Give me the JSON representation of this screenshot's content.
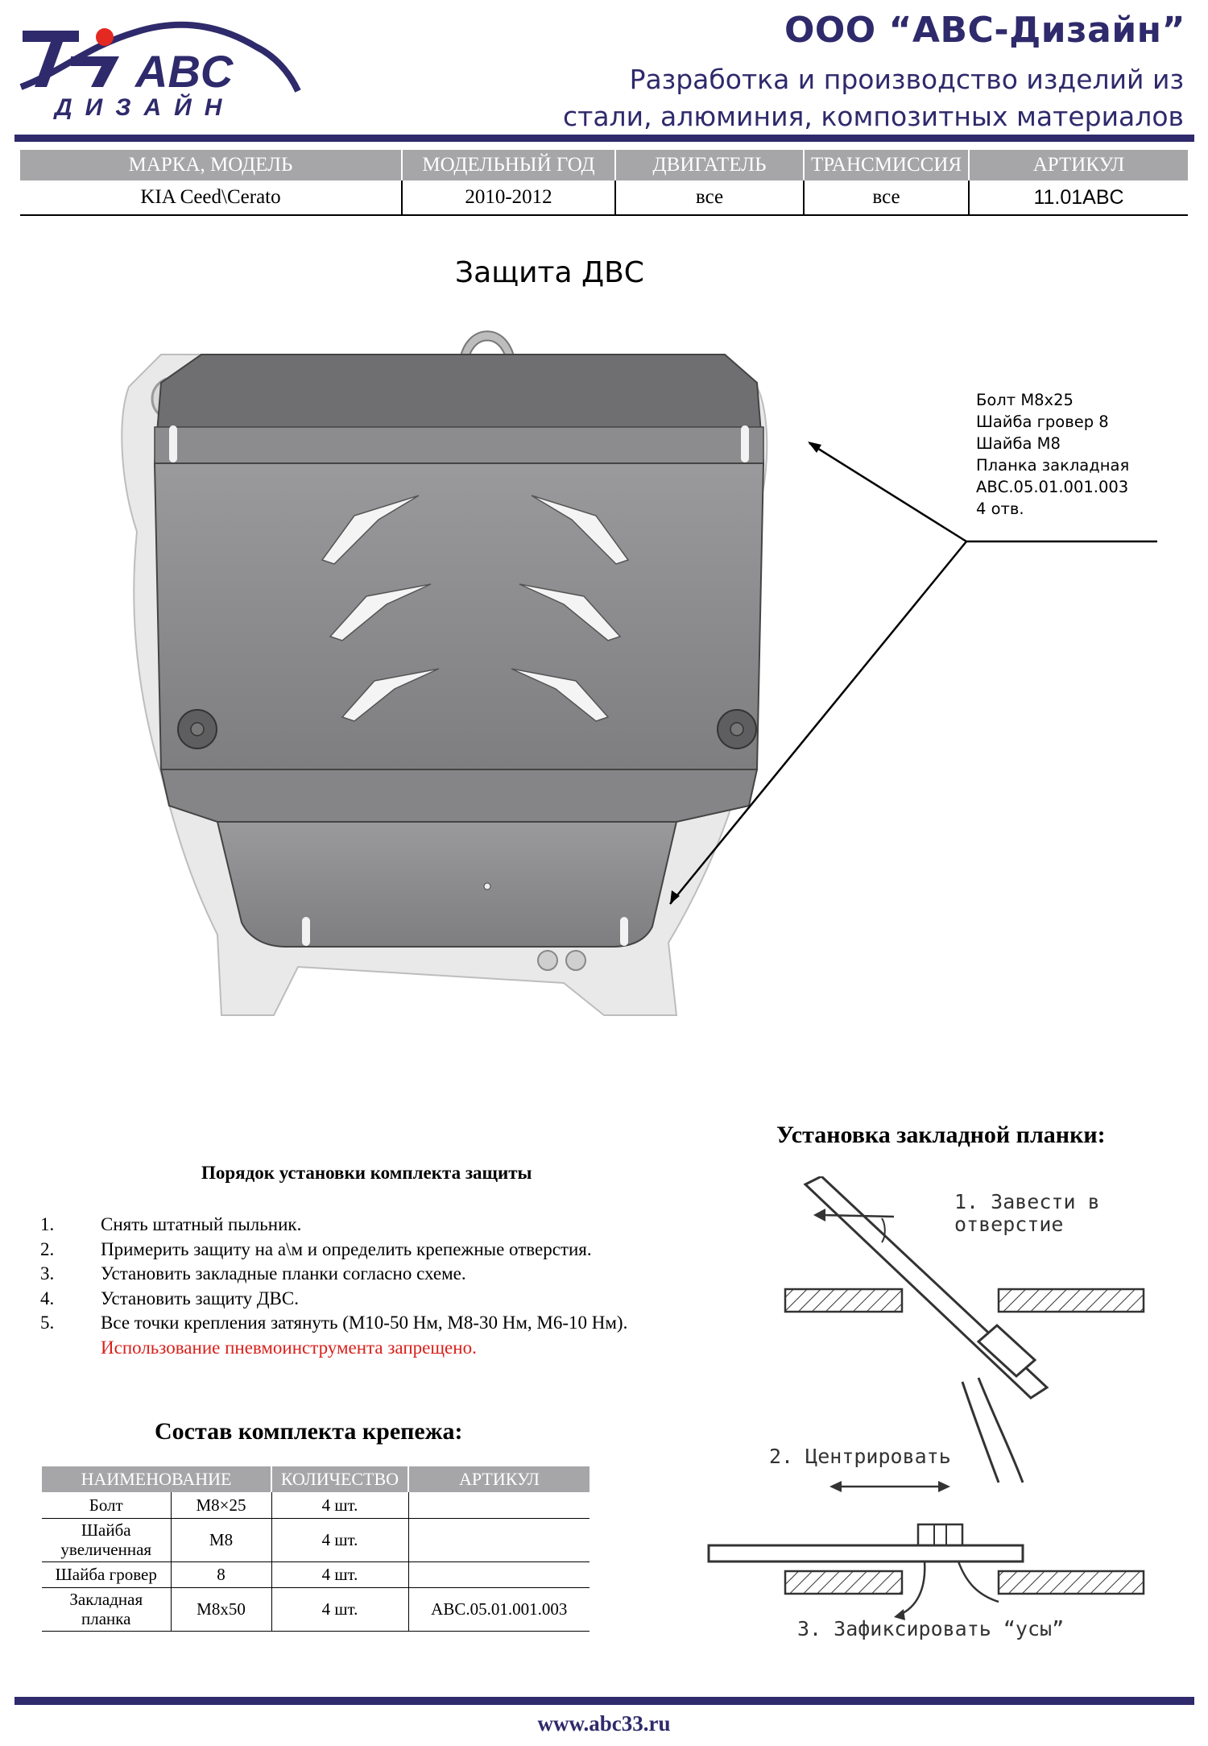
{
  "header": {
    "logo_text": "ABC",
    "logo_subtext": "ДИЗАЙН",
    "company": "ООО “АВС-Дизайн”",
    "tagline_line1": "Разработка и производство изделий из",
    "tagline_line2": "стали, алюминия, композитных материалов"
  },
  "spec_table": {
    "headers": [
      "МАРКА, МОДЕЛЬ",
      "МОДЕЛЬНЫЙ ГОД",
      "ДВИГАТЕЛЬ",
      "ТРАНСМИССИЯ",
      "АРТИКУЛ"
    ],
    "row": [
      "KIA Ceed\\Cerato",
      "2010-2012",
      "все",
      "все",
      "11.01ABC"
    ]
  },
  "title": "Защита ДВС",
  "callout": [
    "Болт М8х25",
    "Шайба гровер 8",
    "Шайба М8",
    "Планка закладная",
    "АВС.05.01.001.003",
    "4 отв."
  ],
  "instructions": {
    "title": "Порядок установки комплекта защиты",
    "steps": [
      {
        "num": "1.",
        "text": "Снять штатный пыльник."
      },
      {
        "num": "2.",
        "text": "Примерить защиту на а\\м и определить крепежные отверстия."
      },
      {
        "num": "3.",
        "text": "Установить закладные планки согласно схеме."
      },
      {
        "num": "4.",
        "text": "Установить защиту ДВС."
      },
      {
        "num": "5.",
        "text": "Все точки крепления затянуть (М10-50 Нм, М8-30 Нм,  М6-10 Нм)."
      }
    ],
    "warning": "Использование пневмоинструмента запрещено."
  },
  "kit": {
    "title": "Состав комплекта крепежа:",
    "headers": [
      "НАИМЕНОВАНИЕ",
      "КОЛИЧЕСТВО",
      "АРТИКУЛ"
    ],
    "rows": [
      {
        "name": "Болт",
        "size": "М8×25",
        "qty": "4 шт.",
        "code": ""
      },
      {
        "name": "Шайба увеличенная",
        "size": "М8",
        "qty": "4 шт.",
        "code": ""
      },
      {
        "name": "Шайба гровер",
        "size": "8",
        "qty": "4 шт.",
        "code": ""
      },
      {
        "name": "Закладная планка",
        "size": "М8х50",
        "qty": "4 шт.",
        "code": "АВС.05.01.001.003"
      }
    ]
  },
  "plank_install": {
    "title": "Установка закладной планки:",
    "step1_line1": "1. Завести в",
    "step1_line2": "отверстие",
    "step2": "2. Центрировать",
    "step3": "3. Зафиксировать “усы”"
  },
  "footer": {
    "website": "www.abc33.ru"
  },
  "colors": {
    "brand": "#2e2a6b",
    "header_gray": "#a6a6a8",
    "warning": "#d9201a",
    "plate": "#8b8b8d"
  }
}
